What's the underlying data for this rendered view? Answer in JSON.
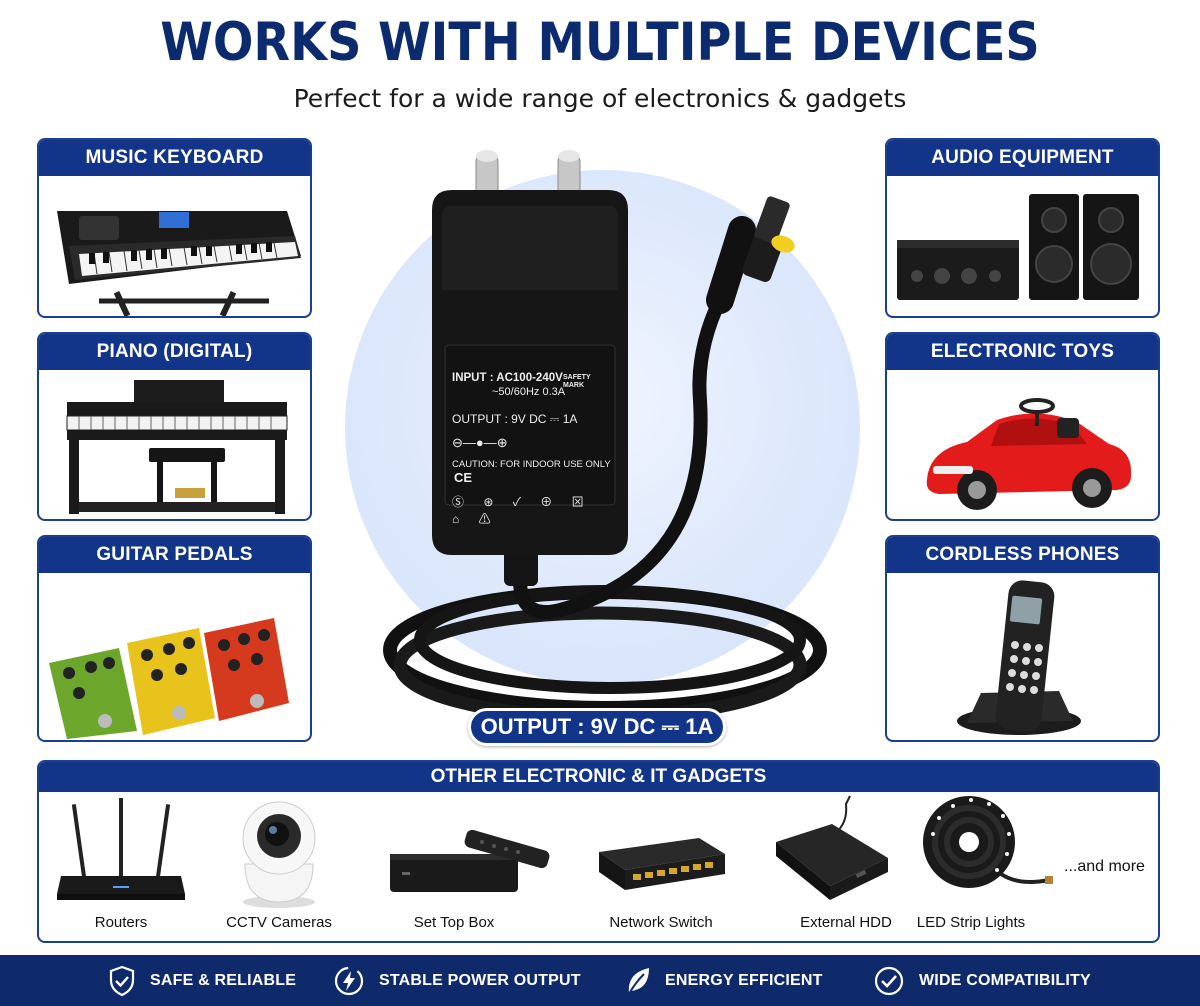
{
  "header": {
    "title": "WORKS WITH MULTIPLE DEVICES",
    "subtitle": "Perfect for a wide range of electronics & gadgets"
  },
  "left_cards": [
    {
      "label": "MUSIC KEYBOARD",
      "icon": "keyboard-icon"
    },
    {
      "label": "PIANO (DIGITAL)",
      "icon": "piano-icon"
    },
    {
      "label": "GUITAR PEDALS",
      "icon": "guitar-pedals-icon"
    }
  ],
  "right_cards": [
    {
      "label": "AUDIO EQUIPMENT",
      "icon": "speakers-icon"
    },
    {
      "label": "ELECTRONIC TOYS",
      "icon": "toy-car-icon"
    },
    {
      "label": "CORDLESS PHONES",
      "icon": "cordless-phone-icon"
    }
  ],
  "adapter": {
    "input_line1": "INPUT : AC100-240V",
    "input_line2": "~50/60Hz 0.3A",
    "output_line": "OUTPUT  :  9V DC ⎓ 1A",
    "caution": "CAUTION: FOR INDOOR USE ONLY",
    "safety_mark": "SAFETY MARK",
    "ce_mark": "CE",
    "output_badge": "OUTPUT : 9V DC ⎓ 1A"
  },
  "gadgets": {
    "heading": "OTHER ELECTRONIC & IT GADGETS",
    "items": [
      {
        "label": "Routers",
        "icon": "router-icon"
      },
      {
        "label": "CCTV Cameras",
        "icon": "cctv-camera-icon"
      },
      {
        "label": "Set Top Box",
        "icon": "set-top-box-icon"
      },
      {
        "label": "Network Switch",
        "icon": "network-switch-icon"
      },
      {
        "label": "External HDD",
        "icon": "external-hdd-icon"
      },
      {
        "label": "LED Strip Lights",
        "icon": "led-strip-icon"
      }
    ],
    "more": "...and more"
  },
  "footer": {
    "features": [
      {
        "label": "SAFE & RELIABLE",
        "icon": "shield-check-icon"
      },
      {
        "label": "STABLE POWER OUTPUT",
        "icon": "lightning-icon"
      },
      {
        "label": "ENERGY EFFICIENT",
        "icon": "leaf-icon"
      },
      {
        "label": "WIDE COMPATIBILITY",
        "icon": "check-circle-icon"
      }
    ]
  },
  "colors": {
    "navy": "#0c2b6e",
    "header_blue": "#12358a",
    "footer_navy": "#0f2a6b",
    "glow": "#dde8fb"
  }
}
